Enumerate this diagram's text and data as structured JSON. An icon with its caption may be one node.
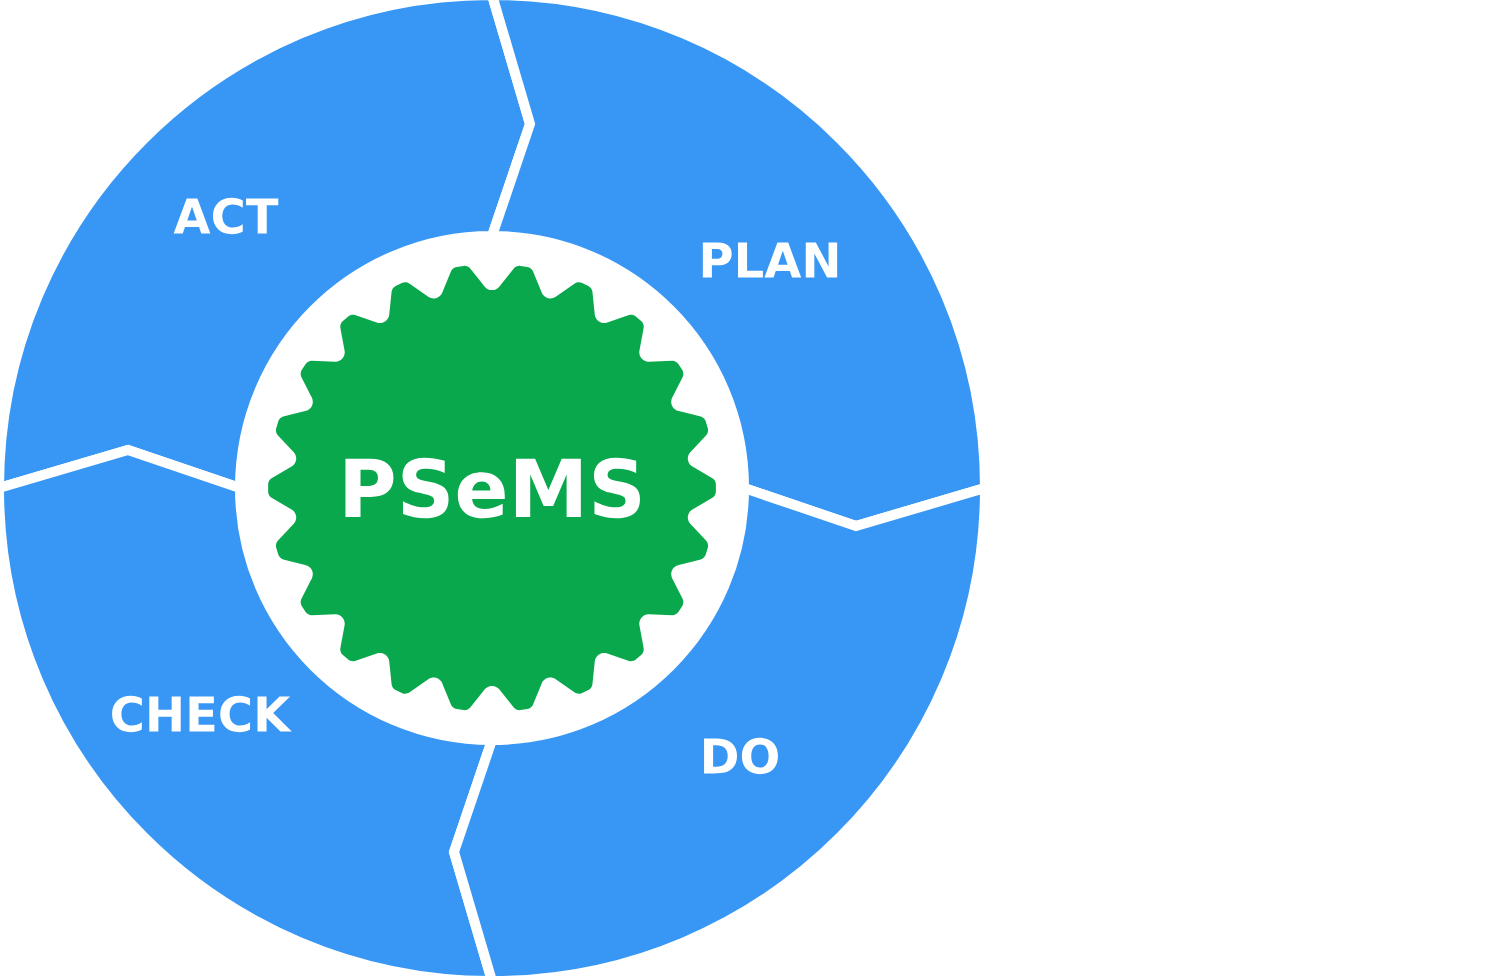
{
  "diagram": {
    "nodes": [
      {
        "text": [
          "ACT"
        ]
      },
      {
        "text": [
          "PLAN"
        ]
      },
      {
        "text": [
          "PSeMS"
        ]
      },
      {
        "text": [
          "CHECK"
        ]
      },
      {
        "text": [
          "DO"
        ]
      }
    ]
  }
}
